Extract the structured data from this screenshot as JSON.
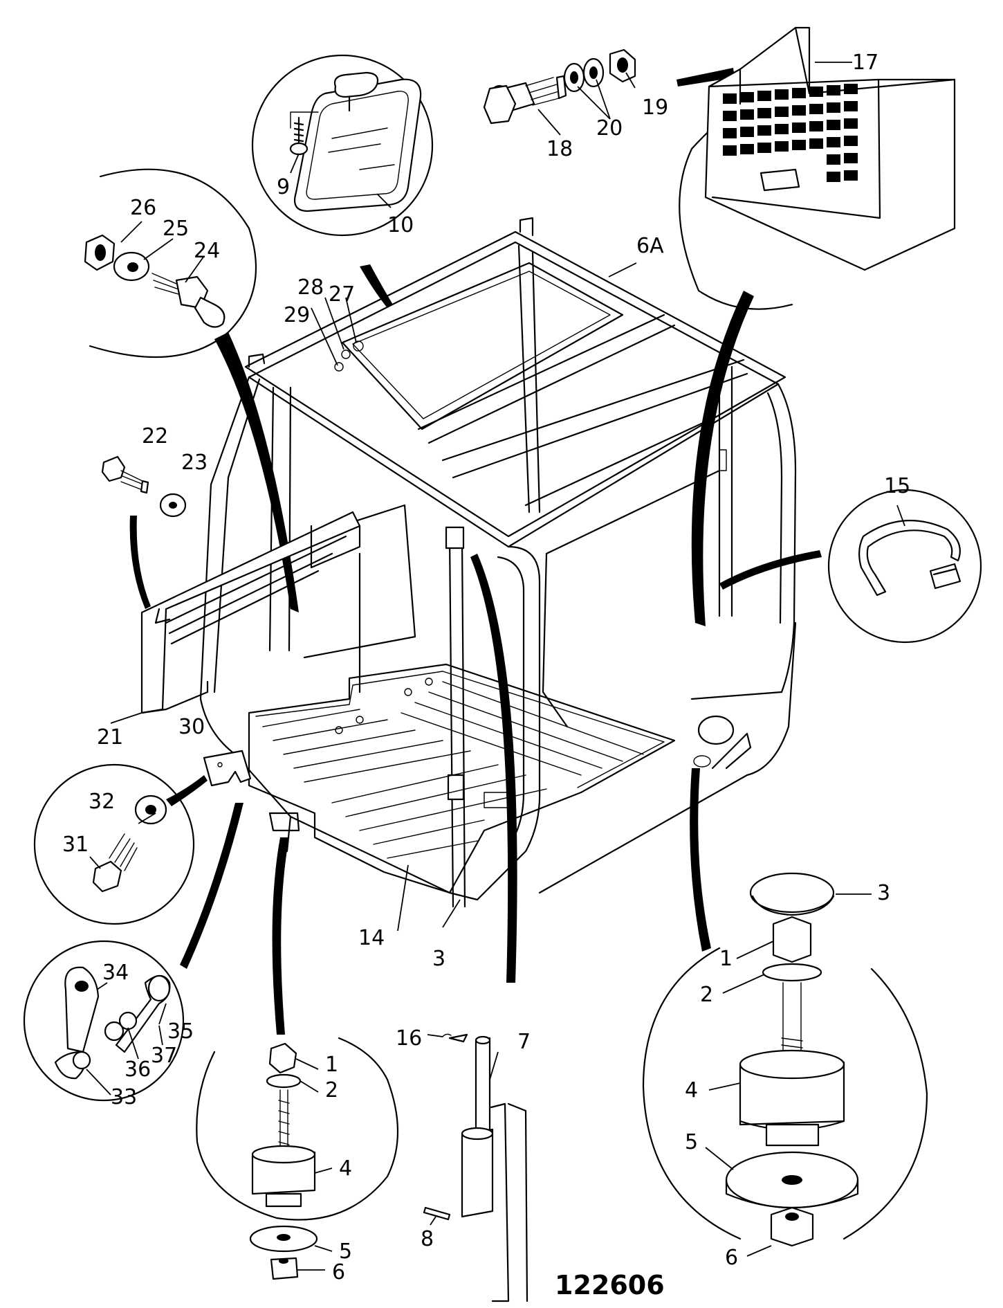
{
  "drawing_number": "122606",
  "callouts": {
    "c1a": "1",
    "c1b": "1",
    "c2a": "2",
    "c2b": "2",
    "c3a": "3",
    "c3b": "3",
    "c4a": "4",
    "c4b": "4",
    "c5a": "5",
    "c5b": "5",
    "c6a": "6",
    "c6b": "6",
    "c6A": "6A",
    "c7": "7",
    "c8": "8",
    "c9": "9",
    "c10": "10",
    "c14": "14",
    "c15": "15",
    "c16": "16",
    "c17": "17",
    "c18": "18",
    "c19": "19",
    "c20": "20",
    "c21": "21",
    "c22": "22",
    "c23": "23",
    "c24": "24",
    "c25": "25",
    "c26": "26",
    "c27": "27",
    "c28": "28",
    "c29": "29",
    "c30": "30",
    "c31": "31",
    "c32": "32",
    "c33": "33",
    "c34": "34",
    "c35": "35",
    "c36": "36",
    "c37": "37"
  }
}
